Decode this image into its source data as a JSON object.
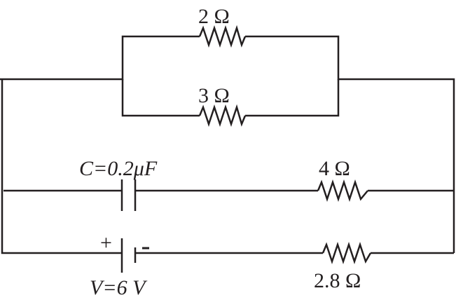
{
  "labels": {
    "r_top": "2 Ω",
    "r_parallel_bottom": "3 Ω",
    "capacitor": "C=0.2μF",
    "r_middle": "4 Ω",
    "battery": "V=6 V",
    "battery_plus": "+",
    "battery_minus": "-",
    "r_bottom": "2.8 Ω"
  },
  "colors": {
    "line": "#231f20"
  }
}
